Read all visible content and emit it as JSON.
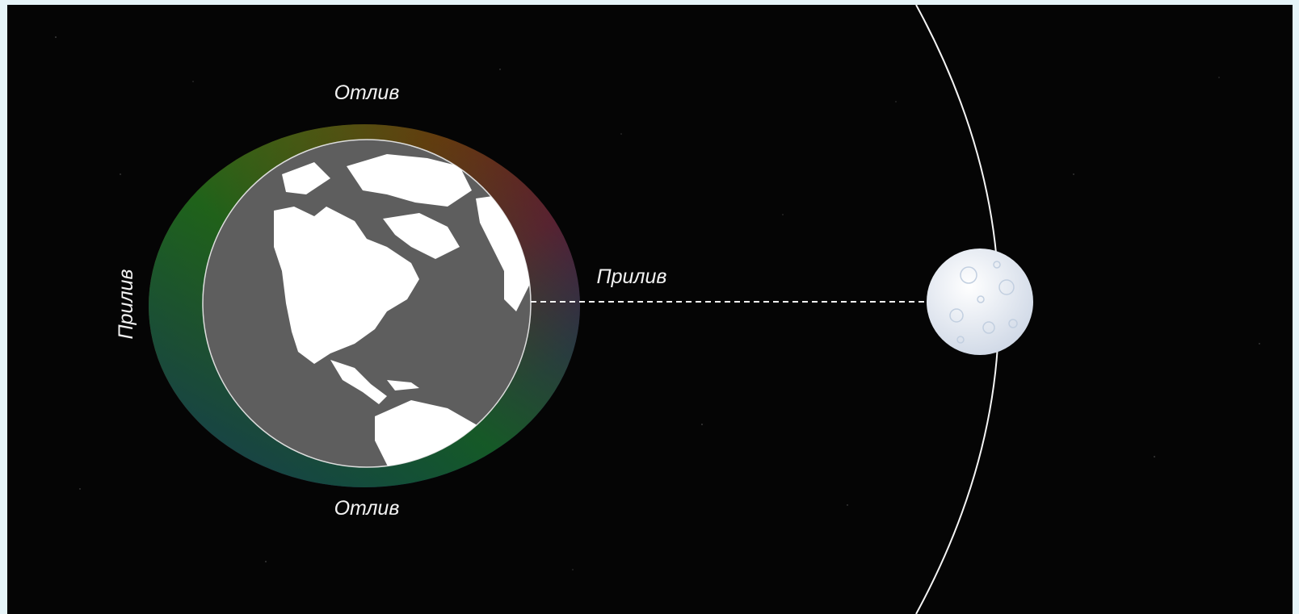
{
  "labels": {
    "low_tide_top": "Отлив",
    "low_tide_bottom": "Отлив",
    "high_tide_left": "Прилив",
    "high_tide_right": "Прилив"
  },
  "colors": {
    "background": "#050505",
    "page_border": "#e6f4f8",
    "earth_ocean": "#5e5e5e",
    "earth_land": "#ffffff",
    "orbit": "#f4f4f4",
    "moon": "#e9eef6",
    "tidal_bulge_gradient": [
      "#6a6a10",
      "#6a1010",
      "#4a0a5a",
      "#0e1560",
      "#0c4a2a",
      "#175a14"
    ]
  },
  "icons": {
    "earth": "earth-globe-icon",
    "moon": "moon-icon"
  }
}
